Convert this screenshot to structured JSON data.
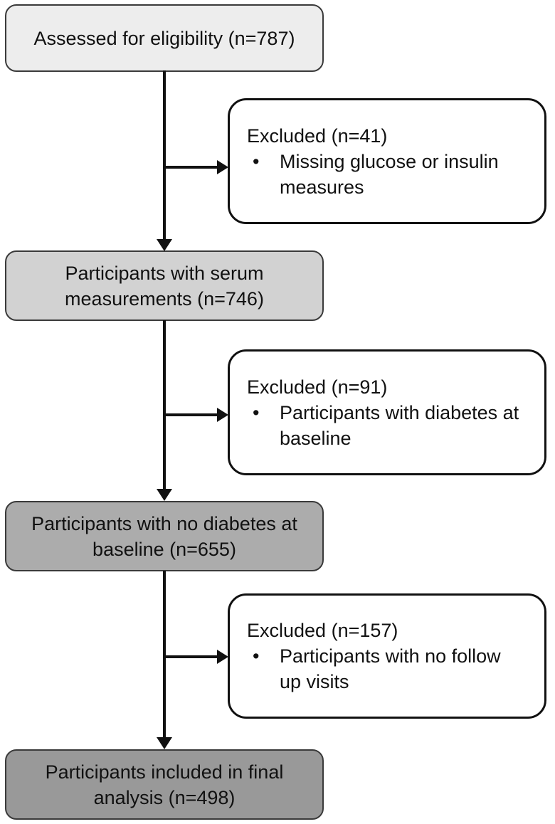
{
  "flowchart": {
    "type": "participant-flow-diagram",
    "bullet_char": "•",
    "nodes": [
      {
        "label": "Assessed for eligibility (n=787)",
        "n": 787,
        "fill": "#EDEDED"
      },
      {
        "label": "Participants with serum measurements (n=746)",
        "n": 746,
        "fill": "#D2D2D2"
      },
      {
        "label": "Participants with no diabetes at baseline (n=655)",
        "n": 655,
        "fill": "#ACACAC"
      },
      {
        "label": "Participants included in final analysis (n=498)",
        "n": 498,
        "fill": "#999999"
      }
    ],
    "exclusions": [
      {
        "heading": "Excluded (n=41)",
        "n": 41,
        "bullet": "Missing glucose or insulin measures"
      },
      {
        "heading": "Excluded (n=91)",
        "n": 91,
        "bullet": "Participants with diabetes at baseline"
      },
      {
        "heading": "Excluded (n=157)",
        "n": 157,
        "bullet": "Participants with no follow up visits"
      }
    ],
    "colors": {
      "node_border": "#3A3A3A",
      "exclusion_border": "#111111",
      "exclusion_fill": "#FFFFFF",
      "arrow": "#111111",
      "text": "#111111",
      "background": "#FFFFFF"
    }
  }
}
